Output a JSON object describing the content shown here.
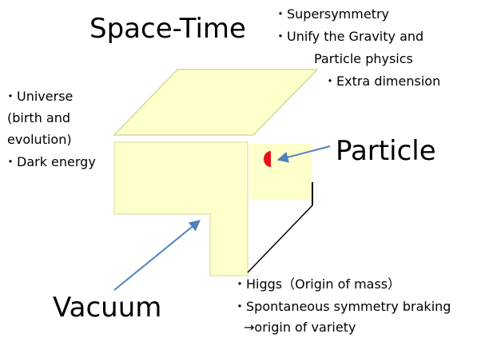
{
  "labels": {
    "space_time": "Space-Time",
    "particle": "Particle",
    "vacuum": "Vacuum"
  },
  "notes": {
    "top_right": [
      "・Supersymmetry",
      "・Unify the Gravity and",
      "Particle physics",
      "・Extra dimension"
    ],
    "left": [
      "・Universe",
      "(birth and",
      "evolution)",
      "・Dark energy"
    ],
    "bottom_right": [
      "・Higgs（Origin of mass）",
      "・Spontaneous symmetry braking",
      "→origin of variety"
    ]
  },
  "colors": {
    "face_fill": "#ffffcc",
    "face_stroke": "#d6d89c",
    "edge": "#000000",
    "arrow": "#4f81bd",
    "particle_dot": "#e8111b"
  }
}
